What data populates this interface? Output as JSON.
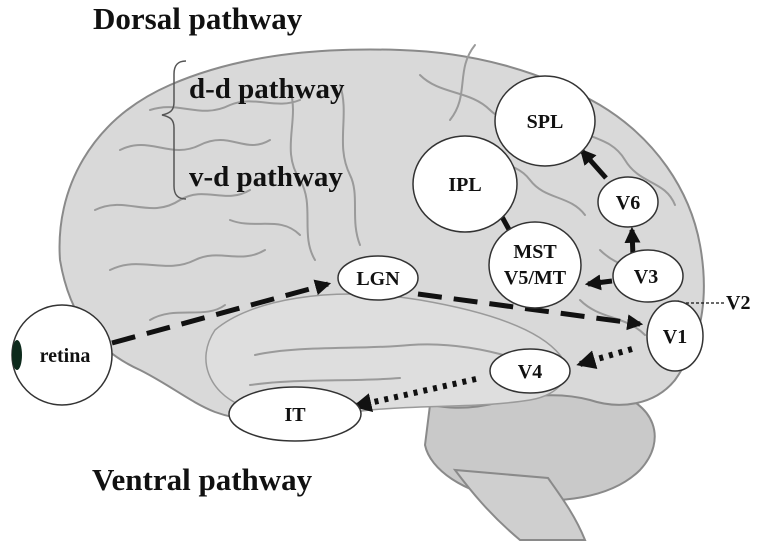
{
  "headings": {
    "dorsal": "Dorsal pathway",
    "dd": "d-d pathway",
    "vd": "v-d pathway",
    "ventral": "Ventral pathway"
  },
  "nodes": {
    "retina": "retina",
    "lgn": "LGN",
    "v1": "V1",
    "v2": "V2",
    "v3": "V3",
    "v4": "V4",
    "v6": "V6",
    "mst_line1": "MST",
    "mst_line2": "V5/MT",
    "ipl": "IPL",
    "spl": "SPL",
    "it": "IT"
  },
  "colors": {
    "brain_fill": "#d9d9d9",
    "brain_stroke": "#8a8a8a",
    "sulcus": "#9a9a9a",
    "node_fill": "#ffffff",
    "node_stroke": "#333333",
    "arrow": "#111111",
    "text": "#111111"
  },
  "connections": [
    {
      "from": "retina",
      "to": "LGN",
      "style": "dashed"
    },
    {
      "from": "LGN",
      "to": "V1",
      "style": "dashed"
    },
    {
      "from": "V1",
      "to": "V4",
      "style": "dotted"
    },
    {
      "from": "V4",
      "to": "IT",
      "style": "dotted"
    },
    {
      "from": "V3",
      "to": "MST V5/MT",
      "style": "solid"
    },
    {
      "from": "MST V5/MT",
      "to": "IPL",
      "style": "solid"
    },
    {
      "from": "V3",
      "to": "V6",
      "style": "solid"
    },
    {
      "from": "V6",
      "to": "SPL",
      "style": "solid"
    },
    {
      "from": "V2",
      "to": "V2",
      "style": "thin-dashed-pointer"
    }
  ]
}
